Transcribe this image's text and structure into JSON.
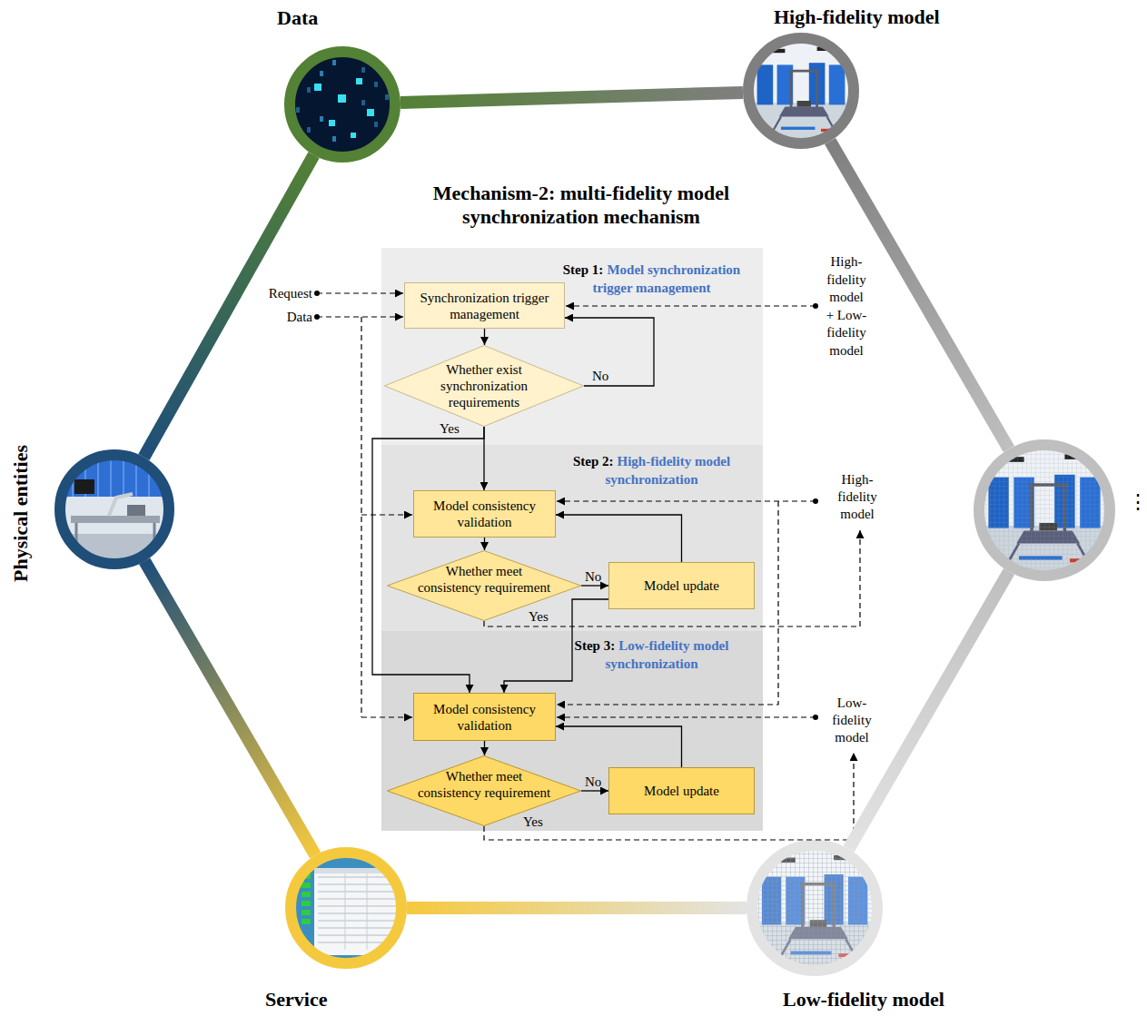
{
  "diagram": {
    "title": "Mechanism-2: multi-fidelity model synchronization mechanism",
    "nodes": [
      {
        "text": [
          "Data"
        ]
      },
      {
        "text": [
          "High-fidelity model"
        ]
      },
      {
        "text": [
          "Physical entities"
        ]
      },
      {
        "text": [
          "⋮"
        ]
      },
      {
        "text": [
          "Service"
        ]
      },
      {
        "text": [
          "Low-fidelity model"
        ]
      },
      {
        "text": [
          "Step 1:",
          "Model synchronization trigger management"
        ]
      },
      {
        "text": [
          "Synchronization trigger management"
        ],
        "in": 6
      },
      {
        "text": [
          "Whether exist synchronization requirements"
        ],
        "in": 6
      },
      {
        "text": [
          "Step 2:",
          "High-fidelity model synchronization"
        ]
      },
      {
        "text": [
          "Model consistency validation"
        ],
        "in": 9
      },
      {
        "text": [
          "Whether meet consistency requirement"
        ],
        "in": 9
      },
      {
        "text": [
          "Model update"
        ],
        "in": 9
      },
      {
        "text": [
          "Step 3:",
          "Low-fidelity model synchronization"
        ]
      },
      {
        "text": [
          "Model consistency validation"
        ],
        "in": 13
      },
      {
        "text": [
          "Whether meet consistency requirement"
        ],
        "in": 13
      },
      {
        "text": [
          "Model update"
        ],
        "in": 13
      }
    ],
    "edges": [
      {
        "from": 0,
        "to": 1,
        "arrow": "none"
      },
      {
        "from": 1,
        "to": 3,
        "arrow": "none"
      },
      {
        "from": 3,
        "to": 5,
        "arrow": "none"
      },
      {
        "from": 4,
        "to": 5,
        "arrow": "none"
      },
      {
        "from": 2,
        "to": 4,
        "arrow": "none"
      },
      {
        "from": 2,
        "to": 0,
        "arrow": "none"
      },
      {
        "from": 7,
        "to": 8,
        "arrow": "to"
      },
      {
        "from": 8,
        "to": 7,
        "arrow": "to",
        "label": "No"
      },
      {
        "from": 8,
        "to": 10,
        "arrow": "to",
        "label": "Yes"
      },
      {
        "from": 8,
        "to": 14,
        "arrow": "to"
      },
      {
        "from": 10,
        "to": 11,
        "arrow": "to"
      },
      {
        "from": 11,
        "to": 12,
        "arrow": "to",
        "label": "No"
      },
      {
        "from": 12,
        "to": 10,
        "arrow": "to"
      },
      {
        "from": 12,
        "to": 14,
        "arrow": "to"
      },
      {
        "from": 14,
        "to": 15,
        "arrow": "to"
      },
      {
        "from": 15,
        "to": 16,
        "arrow": "to",
        "label": "No"
      },
      {
        "from": 16,
        "to": 14,
        "arrow": "to"
      }
    ],
    "labels": [
      "Request",
      "Data",
      "High-fidelity model + Low-fidelity model",
      "High-fidelity model",
      "Low-fidelity model",
      "Yes",
      "Yes"
    ]
  }
}
